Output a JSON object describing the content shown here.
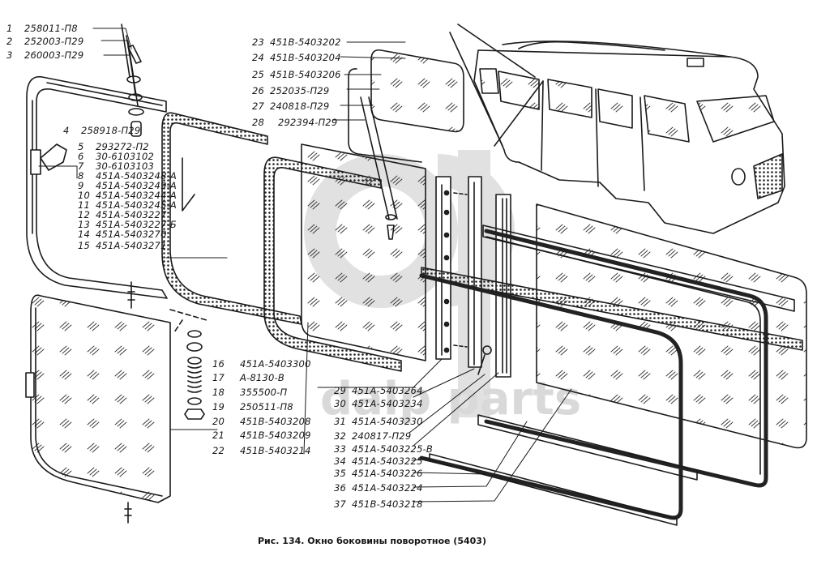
{
  "figure": {
    "caption": "Рис. 134. Окно боковины поворотное (5403)",
    "watermark": {
      "logo_letters": "dP",
      "text": "dalp parts"
    }
  },
  "parts": [
    {
      "n": "1",
      "code": "258011-П8"
    },
    {
      "n": "2",
      "code": "252003-П29"
    },
    {
      "n": "3",
      "code": "260003-П29"
    },
    {
      "n": "4",
      "code": "258918-П29"
    },
    {
      "n": "5",
      "code": "293272-П2"
    },
    {
      "n": "6",
      "code": "30-6103102"
    },
    {
      "n": "7",
      "code": "30-6103103"
    },
    {
      "n": "8",
      "code": "451А-5403248-А"
    },
    {
      "n": "9",
      "code": "451А-5403249-А"
    },
    {
      "n": "10",
      "code": "451А-5403244-А"
    },
    {
      "n": "11",
      "code": "451А-5403245-А"
    },
    {
      "n": "12",
      "code": "451А-5403227"
    },
    {
      "n": "13",
      "code": "451А-5403227-Б"
    },
    {
      "n": "14",
      "code": "451А-5403270"
    },
    {
      "n": "15",
      "code": "451А-5403271"
    },
    {
      "n": "16",
      "code": "451А-5403300"
    },
    {
      "n": "17",
      "code": "А-8130-В"
    },
    {
      "n": "18",
      "code": "355500-П"
    },
    {
      "n": "19",
      "code": "250511-П8"
    },
    {
      "n": "20",
      "code": "451В-5403208"
    },
    {
      "n": "21",
      "code": "451В-5403209"
    },
    {
      "n": "22",
      "code": "451В-5403214"
    },
    {
      "n": "23",
      "code": "451В-5403202"
    },
    {
      "n": "24",
      "code": "451В-5403204"
    },
    {
      "n": "25",
      "code": "451В-5403206"
    },
    {
      "n": "26",
      "code": "252035-П29"
    },
    {
      "n": "27",
      "code": "240818-П29"
    },
    {
      "n": "28",
      "code": "292394-П29"
    },
    {
      "n": "29",
      "code": "451А-5403264"
    },
    {
      "n": "30",
      "code": "451А-5403234"
    },
    {
      "n": "31",
      "code": "451А-5403230"
    },
    {
      "n": "32",
      "code": "240817-П29"
    },
    {
      "n": "33",
      "code": "451А-5403225-В"
    },
    {
      "n": "34",
      "code": "451А-5403225"
    },
    {
      "n": "35",
      "code": "451А-5403226"
    },
    {
      "n": "36",
      "code": "451А-5403224"
    },
    {
      "n": "37",
      "code": "451В-5403218"
    }
  ],
  "components": {
    "vehicle": "uaz-452-van-body",
    "icons": [
      "door-frame",
      "vent-glass",
      "hinge-latch",
      "spring-washer-stack",
      "glass-panel",
      "rubber-seal",
      "channel-rail",
      "vertical-guide"
    ]
  }
}
